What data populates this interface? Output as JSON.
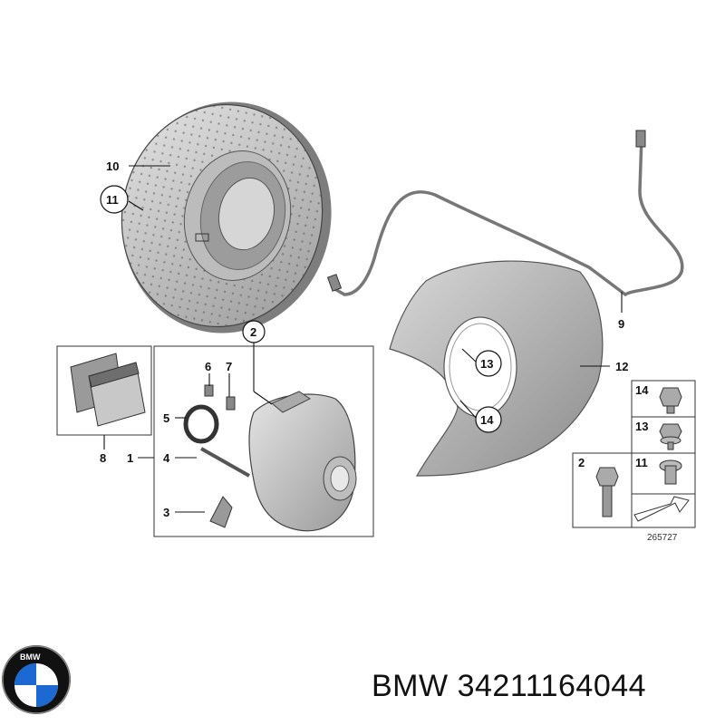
{
  "callouts": {
    "c1": "1",
    "c2": "2",
    "c3": "3",
    "c4": "4",
    "c5": "5",
    "c6": "6",
    "c7": "7",
    "c8": "8",
    "c9": "9",
    "c10": "10",
    "c11": "11",
    "c12": "12",
    "c13": "13",
    "c14": "14",
    "hw14": "14",
    "hw13": "13",
    "hw2": "2",
    "hw11": "11"
  },
  "diagram_number": "265727",
  "caption": {
    "brand": "BMW",
    "part_number": "34211164044"
  },
  "logo": {
    "text": "BMW",
    "colors": {
      "blue": "#1c69d4",
      "white": "#ffffff",
      "ring": "#111111"
    }
  }
}
